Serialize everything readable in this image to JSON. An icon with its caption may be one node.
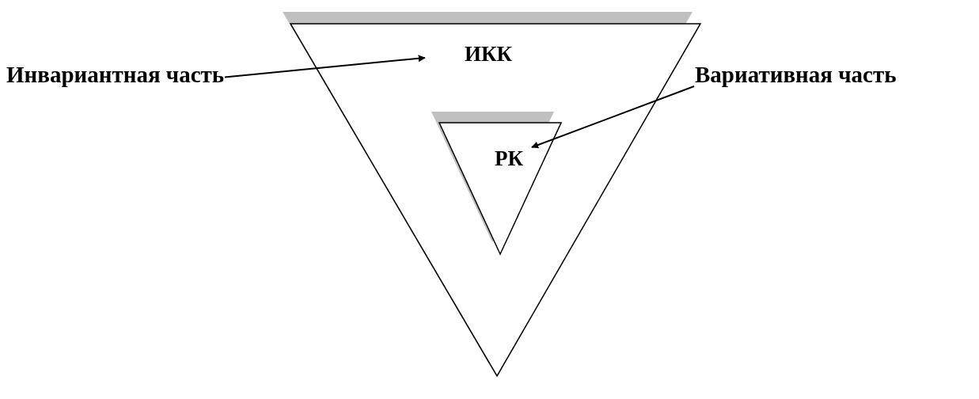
{
  "diagram": {
    "nodes": [
      {
        "text": [
          "ИКК"
        ]
      },
      {
        "text": [
          "РК"
        ],
        "in": 0
      },
      {
        "text": [
          "Инвариантная часть"
        ]
      },
      {
        "text": [
          "Вариативная часть"
        ]
      }
    ],
    "edges": [
      {
        "from": 2,
        "to": 0,
        "arrow": "to"
      },
      {
        "from": 3,
        "to": 1,
        "arrow": "to"
      }
    ]
  }
}
